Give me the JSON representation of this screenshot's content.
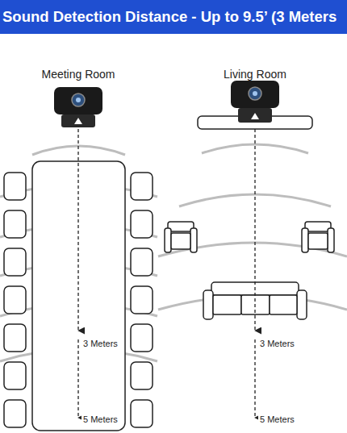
{
  "diagram": {
    "title": "Sound Detection Distance - Up to 9.5’ (3 Meters",
    "labels": [
      "Meeting Room",
      "Living Room",
      "3 Meters",
      "5 Meters",
      "3 Meters",
      "5 Meters"
    ]
  }
}
